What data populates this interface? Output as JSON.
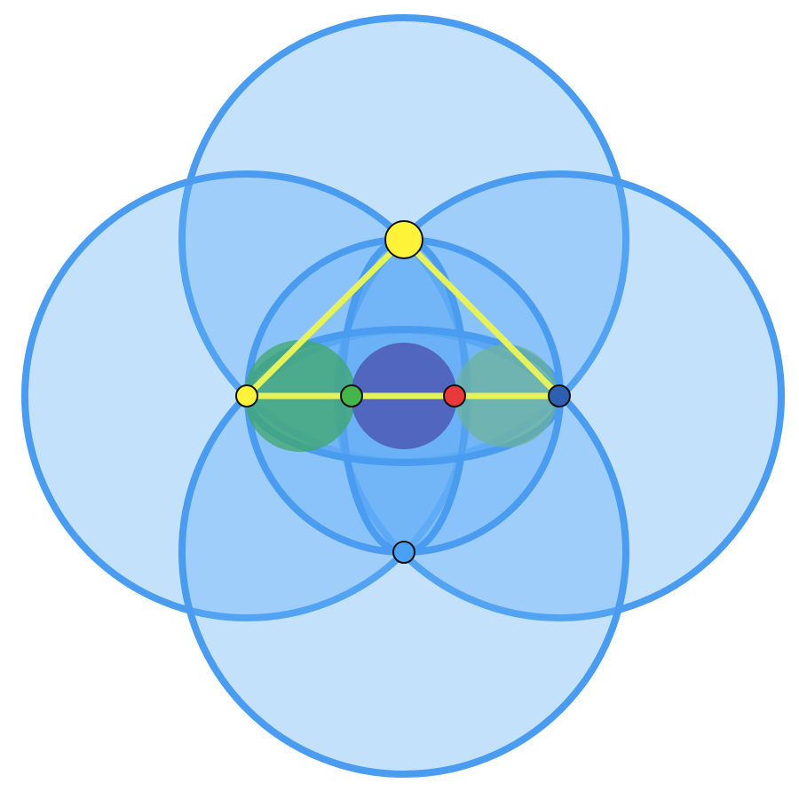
{
  "colors": {
    "background": "#ffffff",
    "circle_fill": "#64b0f6",
    "circle_stroke": "#4a9cf0",
    "triangle_stroke": "#e6f25a",
    "blob_green": "#3fa76a",
    "blob_teal": "#6fb38e",
    "blob_indigo": "#4f5fb8",
    "point_yellow": "#fff33a",
    "point_green": "#44b54a",
    "point_red": "#e8383c",
    "point_navy": "#2f5fb0",
    "point_blue": "#4aa0f2",
    "point_outline": "#111111"
  },
  "elements": {
    "large_circles": [
      {
        "name": "circle-top"
      },
      {
        "name": "circle-left"
      },
      {
        "name": "circle-right"
      },
      {
        "name": "circle-bottom"
      }
    ],
    "inner_shapes": [
      {
        "name": "circle-center"
      },
      {
        "name": "ellipse-vertical"
      },
      {
        "name": "ellipse-horizontal"
      }
    ],
    "blobs": [
      {
        "name": "blob-left",
        "color": "blob_green"
      },
      {
        "name": "blob-right",
        "color": "blob_teal"
      },
      {
        "name": "blob-center",
        "color": "blob_indigo"
      }
    ],
    "triangle": {
      "name": "yellow-triangle"
    },
    "points": [
      {
        "name": "point-apex",
        "color": "point_yellow"
      },
      {
        "name": "point-left",
        "color": "point_yellow"
      },
      {
        "name": "point-green",
        "color": "point_green"
      },
      {
        "name": "point-red",
        "color": "point_red"
      },
      {
        "name": "point-right",
        "color": "point_navy"
      },
      {
        "name": "point-bottom",
        "color": "point_blue"
      }
    ]
  }
}
